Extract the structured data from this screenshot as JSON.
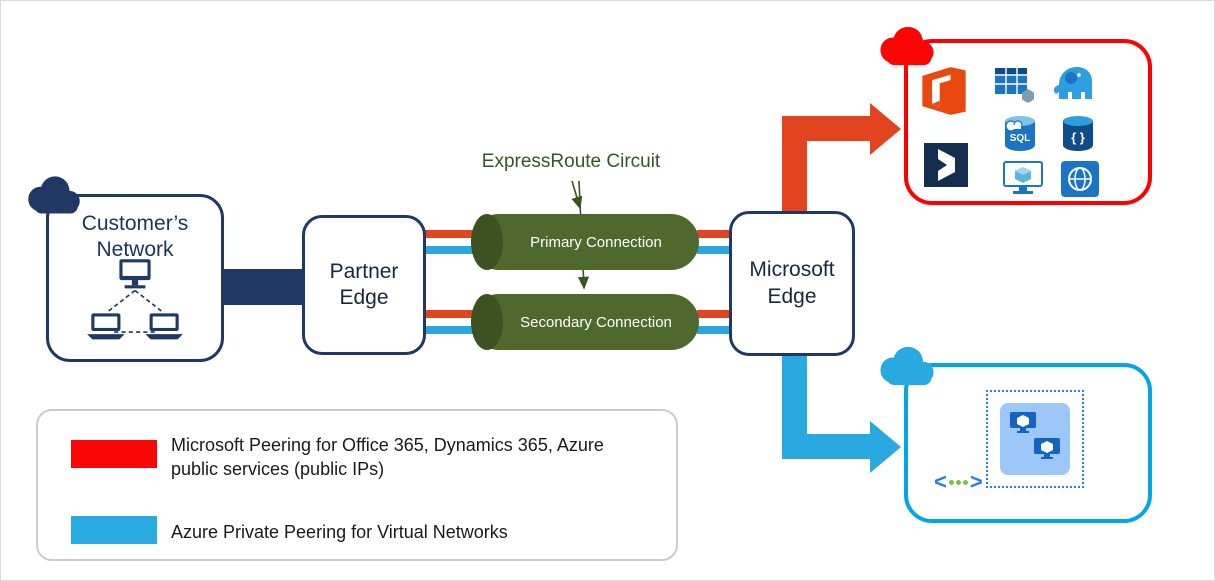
{
  "nodes": {
    "customer_network": "Customer’s Network",
    "partner_edge": "Partner Edge",
    "microsoft_edge": "Microsoft Edge"
  },
  "circuit": {
    "title": "ExpressRoute Circuit",
    "primary": "Primary Connection",
    "secondary": "Secondary Connection"
  },
  "icons": {
    "sql_label": "SQL",
    "cosmos_label": "{ }",
    "names": [
      "cloud-icon",
      "customer-network-icon",
      "office-icon",
      "table-icon",
      "elephant-icon",
      "sql-db-icon",
      "cosmos-db-icon",
      "dynamics-365-icon",
      "vm-icon",
      "web-globe-icon",
      "vnet-vm-icon",
      "code-icon"
    ]
  },
  "legend": {
    "items": [
      {
        "color": "#f90606",
        "label": "Microsoft Peering for Office 365, Dynamics 365, Azure public services (public IPs)"
      },
      {
        "color": "#29abe2",
        "label": "Azure Private Peering for Virtual Networks"
      }
    ]
  },
  "colors": {
    "navy": "#1f3864",
    "circuit_green": "#4e682d",
    "label_green": "#375623",
    "microsoft_peering_red": "#e2441f",
    "private_peering_blue": "#29a9e0",
    "services_border_red": "#ff0000",
    "vnet_border_blue": "#00a7e7"
  }
}
